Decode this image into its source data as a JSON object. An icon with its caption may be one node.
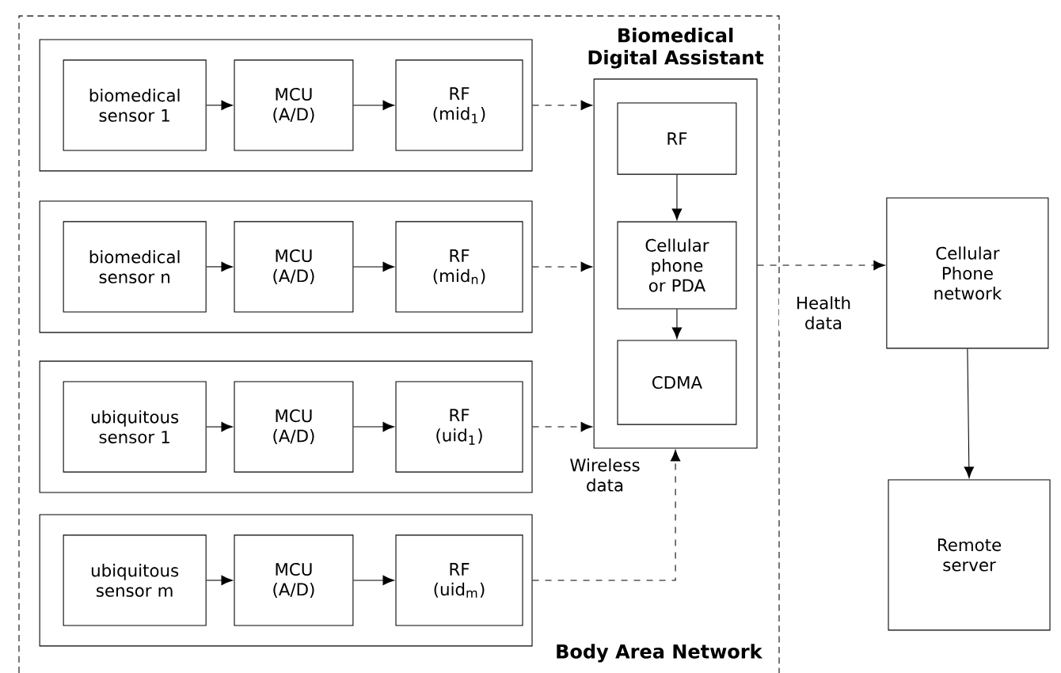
{
  "diagram": {
    "nodes": [
      {
        "text": [
          "Body Area Network"
        ]
      },
      {
        "text": [],
        "shape": "box",
        "in": 0
      },
      {
        "text": [
          "biomedical sensor 1"
        ],
        "in": 1
      },
      {
        "text": [
          "MCU (A/D)"
        ],
        "in": 1
      },
      {
        "text": [
          "RF (mid$_{1}$)"
        ],
        "in": 1
      },
      {
        "text": [],
        "shape": "box",
        "in": 0
      },
      {
        "text": [
          "biomedical sensor n"
        ],
        "in": 5
      },
      {
        "text": [
          "MCU (A/D)"
        ],
        "in": 5
      },
      {
        "text": [
          "RF (mid$_{n}$)"
        ],
        "in": 5
      },
      {
        "text": [],
        "shape": "box",
        "in": 0
      },
      {
        "text": [
          "ubiquitous sensor 1"
        ],
        "in": 9
      },
      {
        "text": [
          "MCU (A/D)"
        ],
        "in": 9
      },
      {
        "text": [
          "RF (uid$_{1}$)"
        ],
        "in": 9
      },
      {
        "text": [],
        "shape": "box",
        "in": 0
      },
      {
        "text": [
          "ubiquitous sensor m"
        ],
        "in": 13
      },
      {
        "text": [
          "MCU (A/D)"
        ],
        "in": 13
      },
      {
        "text": [
          "RF (uid$_{m}$)"
        ],
        "in": 13
      },
      {
        "text": [
          "Biomedical Digital Assistant"
        ],
        "in": 0
      },
      {
        "text": [
          "RF"
        ],
        "in": 17
      },
      {
        "text": [
          "Cellular phone or PDA"
        ],
        "in": 17
      },
      {
        "text": [
          "CDMA"
        ],
        "in": 17
      },
      {
        "text": [
          "Cellular Phone network"
        ]
      },
      {
        "text": [
          "Remote server"
        ]
      }
    ],
    "edges": [
      {
        "from": 2,
        "to": 3,
        "arrow": "to"
      },
      {
        "from": 3,
        "to": 4,
        "arrow": "to"
      },
      {
        "from": 6,
        "to": 7,
        "arrow": "to"
      },
      {
        "from": 7,
        "to": 8,
        "arrow": "to"
      },
      {
        "from": 10,
        "to": 11,
        "arrow": "to"
      },
      {
        "from": 11,
        "to": 12,
        "arrow": "to"
      },
      {
        "from": 14,
        "to": 15,
        "arrow": "to"
      },
      {
        "from": 15,
        "to": 16,
        "arrow": "to"
      },
      {
        "from": 1,
        "to": 17,
        "arrow": "to",
        "style": "dashed"
      },
      {
        "from": 5,
        "to": 17,
        "arrow": "to",
        "style": "dashed"
      },
      {
        "from": 9,
        "to": 17,
        "arrow": "to",
        "style": "dashed"
      },
      {
        "from": 13,
        "to": 17,
        "arrow": "to",
        "style": "dashed"
      },
      {
        "from": 18,
        "to": 19,
        "arrow": "to"
      },
      {
        "from": 19,
        "to": 20,
        "arrow": "to"
      },
      {
        "from": 17,
        "to": 21,
        "arrow": "to",
        "style": "dashed",
        "label": "Health data"
      },
      {
        "from": 21,
        "to": 22,
        "arrow": "to"
      }
    ],
    "labels": [
      "Wireless data"
    ]
  }
}
